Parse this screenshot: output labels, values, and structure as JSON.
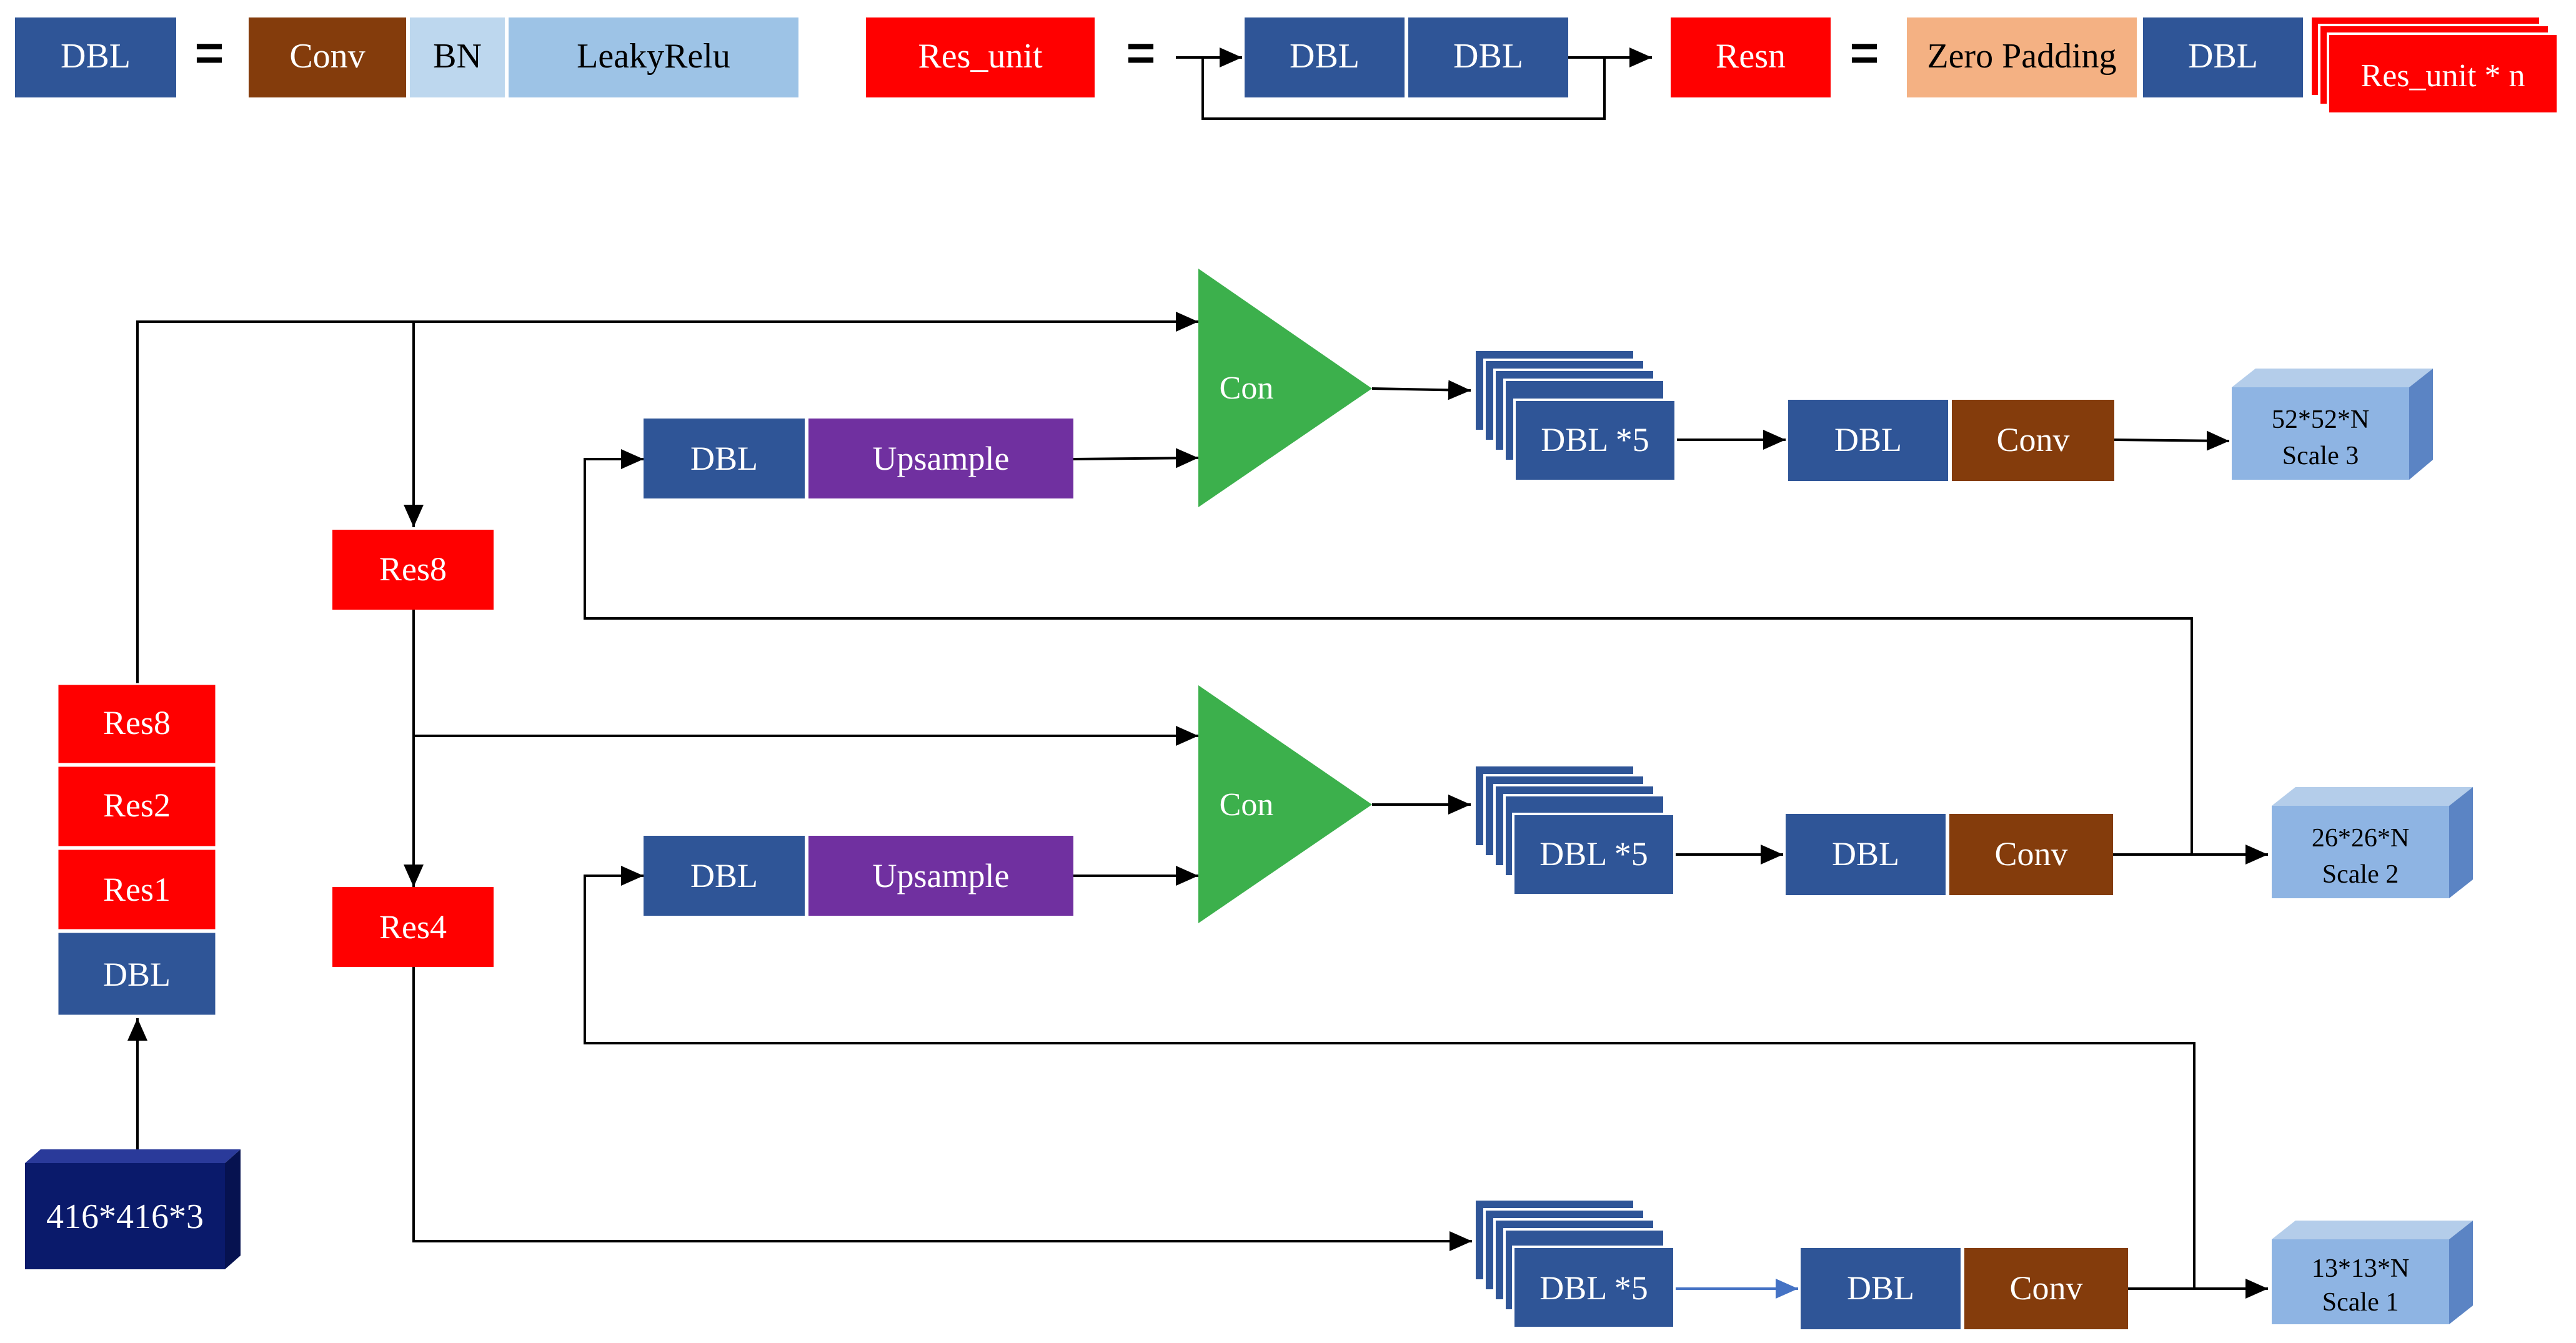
{
  "legend": {
    "dbl": "DBL",
    "equals": "=",
    "conv": "Conv",
    "bn": "BN",
    "leaky_relu": "LeakyRelu",
    "res_unit": "Res_unit",
    "resn": "Resn",
    "zero_padding": "Zero Padding",
    "res_unit_n": "Res_unit  * n"
  },
  "input": {
    "label": "416*416*3"
  },
  "backbone": {
    "stack": [
      "Res8",
      "Res2",
      "Res1",
      "DBL"
    ]
  },
  "middle": {
    "res8": "Res8",
    "res4": "Res4"
  },
  "concat": {
    "label": "Con"
  },
  "upsample": {
    "label": "Upsample"
  },
  "dbl5": {
    "label": "DBL *5"
  },
  "outputs": [
    {
      "size": "52*52*N",
      "scale": "Scale 3"
    },
    {
      "size": "26*26*N",
      "scale": "Scale 2"
    },
    {
      "size": "13*13*N",
      "scale": "Scale 1"
    }
  ],
  "colors": {
    "dbl": "#2f5597",
    "conv": "#843c0c",
    "bn": "#bdd7ee",
    "leaky": "#9dc3e6",
    "res": "#ff0000",
    "zero_padding": "#f4b183",
    "concat": "#3cb04c",
    "upsample": "#7030a0",
    "output_cube": "#8eb4e3",
    "input_cube": "#0a1a6b"
  }
}
